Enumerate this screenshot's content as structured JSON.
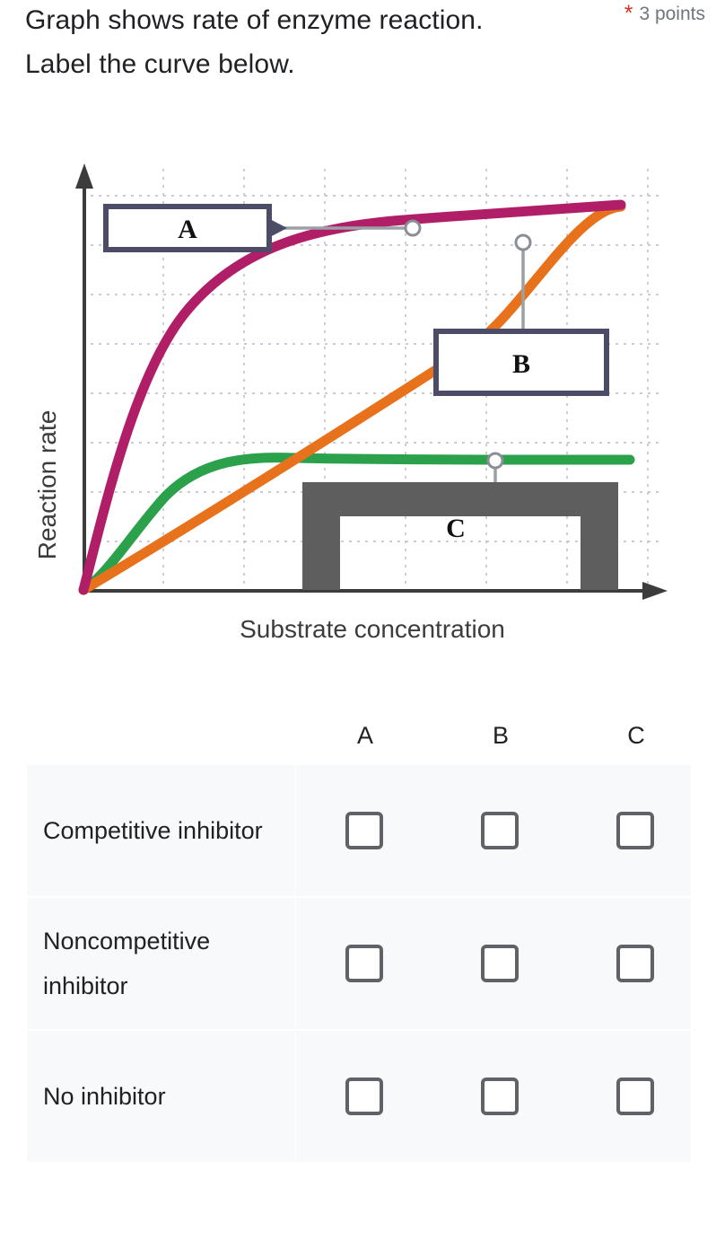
{
  "question": {
    "text": "Graph shows rate of enzyme reaction. Label the curve below.",
    "required_marker": "*",
    "points": "3 points"
  },
  "graph": {
    "y_axis_label": "Reaction rate",
    "x_axis_label": "Substrate concentration",
    "callouts": [
      {
        "id": "A",
        "label": "A",
        "style": "navy-box-right-pointer"
      },
      {
        "id": "B",
        "label": "B",
        "style": "navy-box-top-pointer"
      },
      {
        "id": "C",
        "label": "C",
        "style": "gray-bracket-box"
      }
    ],
    "colors": {
      "curve_a": "#b11e68",
      "curve_b": "#e8711c",
      "curve_c": "#2ba14c",
      "callout_border": "#4c4c68",
      "callout_c_fill": "#5e5e5e",
      "axis": "#3c3c3c",
      "gridline": "#bfbfcf",
      "leader_line": "#9aa0a6"
    }
  },
  "chart_data": {
    "type": "line",
    "title": "",
    "xlabel": "Substrate concentration",
    "ylabel": "Reaction rate",
    "xlim": [
      0,
      10
    ],
    "ylim": [
      0,
      10
    ],
    "grid": true,
    "legend": "callout-labels",
    "series": [
      {
        "name": "A",
        "color": "#b11e68",
        "shape": "michaelis-menten high Vmax low Km",
        "marker_point": {
          "x": 5.1,
          "y": 8.8
        },
        "x": [
          0,
          0.25,
          0.5,
          0.75,
          1,
          1.5,
          2,
          3,
          4,
          5,
          6,
          7,
          8,
          9,
          10
        ],
        "y": [
          0,
          2.3,
          4.0,
          5.2,
          6.1,
          7.2,
          7.8,
          8.4,
          8.7,
          8.85,
          9.0,
          9.1,
          9.2,
          9.3,
          9.45
        ]
      },
      {
        "name": "B",
        "color": "#e8711c",
        "shape": "near-linear rising, reaches same Vmax only at very high substrate",
        "marker_point": {
          "x": 6.4,
          "y": 8.3
        },
        "x": [
          0,
          1,
          2,
          3,
          4,
          5,
          6,
          7,
          8,
          9,
          10
        ],
        "y": [
          0,
          1.0,
          2.1,
          3.2,
          4.3,
          5.4,
          6.4,
          7.4,
          8.3,
          9.0,
          9.45
        ]
      },
      {
        "name": "C",
        "color": "#2ba14c",
        "shape": "michaelis-menten low Vmax",
        "marker_point": {
          "x": 5.6,
          "y": 3.4
        },
        "x": [
          0,
          0.5,
          1,
          1.5,
          2,
          3,
          4,
          5,
          6,
          7,
          8,
          9,
          10
        ],
        "y": [
          0,
          1.3,
          2.1,
          2.6,
          2.9,
          3.2,
          3.32,
          3.38,
          3.42,
          3.45,
          3.47,
          3.48,
          3.49
        ]
      }
    ]
  },
  "grid_question": {
    "columns": [
      "A",
      "B",
      "C"
    ],
    "rows": [
      {
        "label": "Competitive inhibitor",
        "selected": null
      },
      {
        "label": "Noncompetitive inhibitor",
        "selected": null
      },
      {
        "label": "No inhibitor",
        "selected": null
      }
    ]
  }
}
